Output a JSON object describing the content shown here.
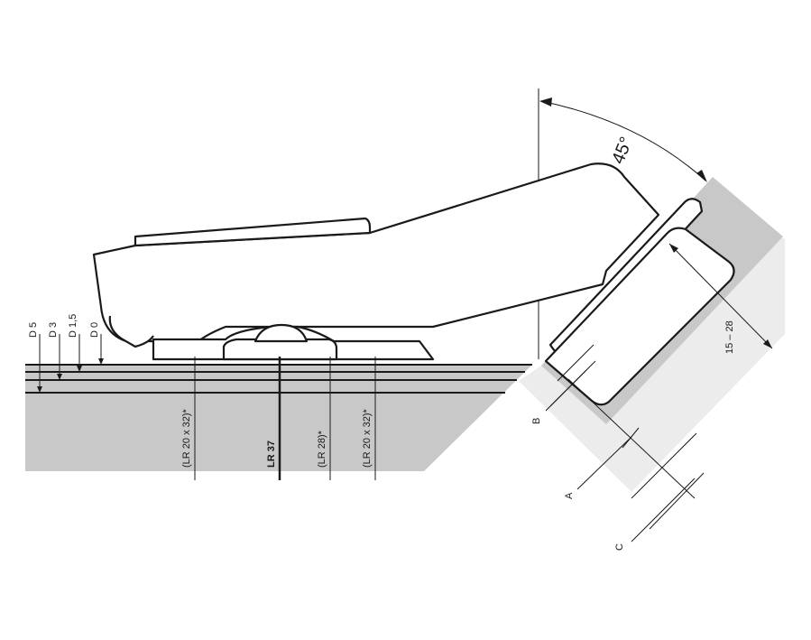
{
  "angle": {
    "label": "45°"
  },
  "depth_labels": [
    "D 5",
    "D 3",
    "D 1,5",
    "D 0"
  ],
  "drill_labels": {
    "lr20_left": "(LR 20 x 32)*",
    "lr37": "LR 37",
    "lr28": "(LR 28)*",
    "lr20_right": "(LR 20 x 32)*"
  },
  "range_label": "15 – 28",
  "dimension_labels": {
    "a": "A",
    "b": "B",
    "c": "C"
  },
  "colors": {
    "panel_dark": "#c8c8c8",
    "panel_light": "#ececec",
    "line": "#1a1a1a"
  }
}
